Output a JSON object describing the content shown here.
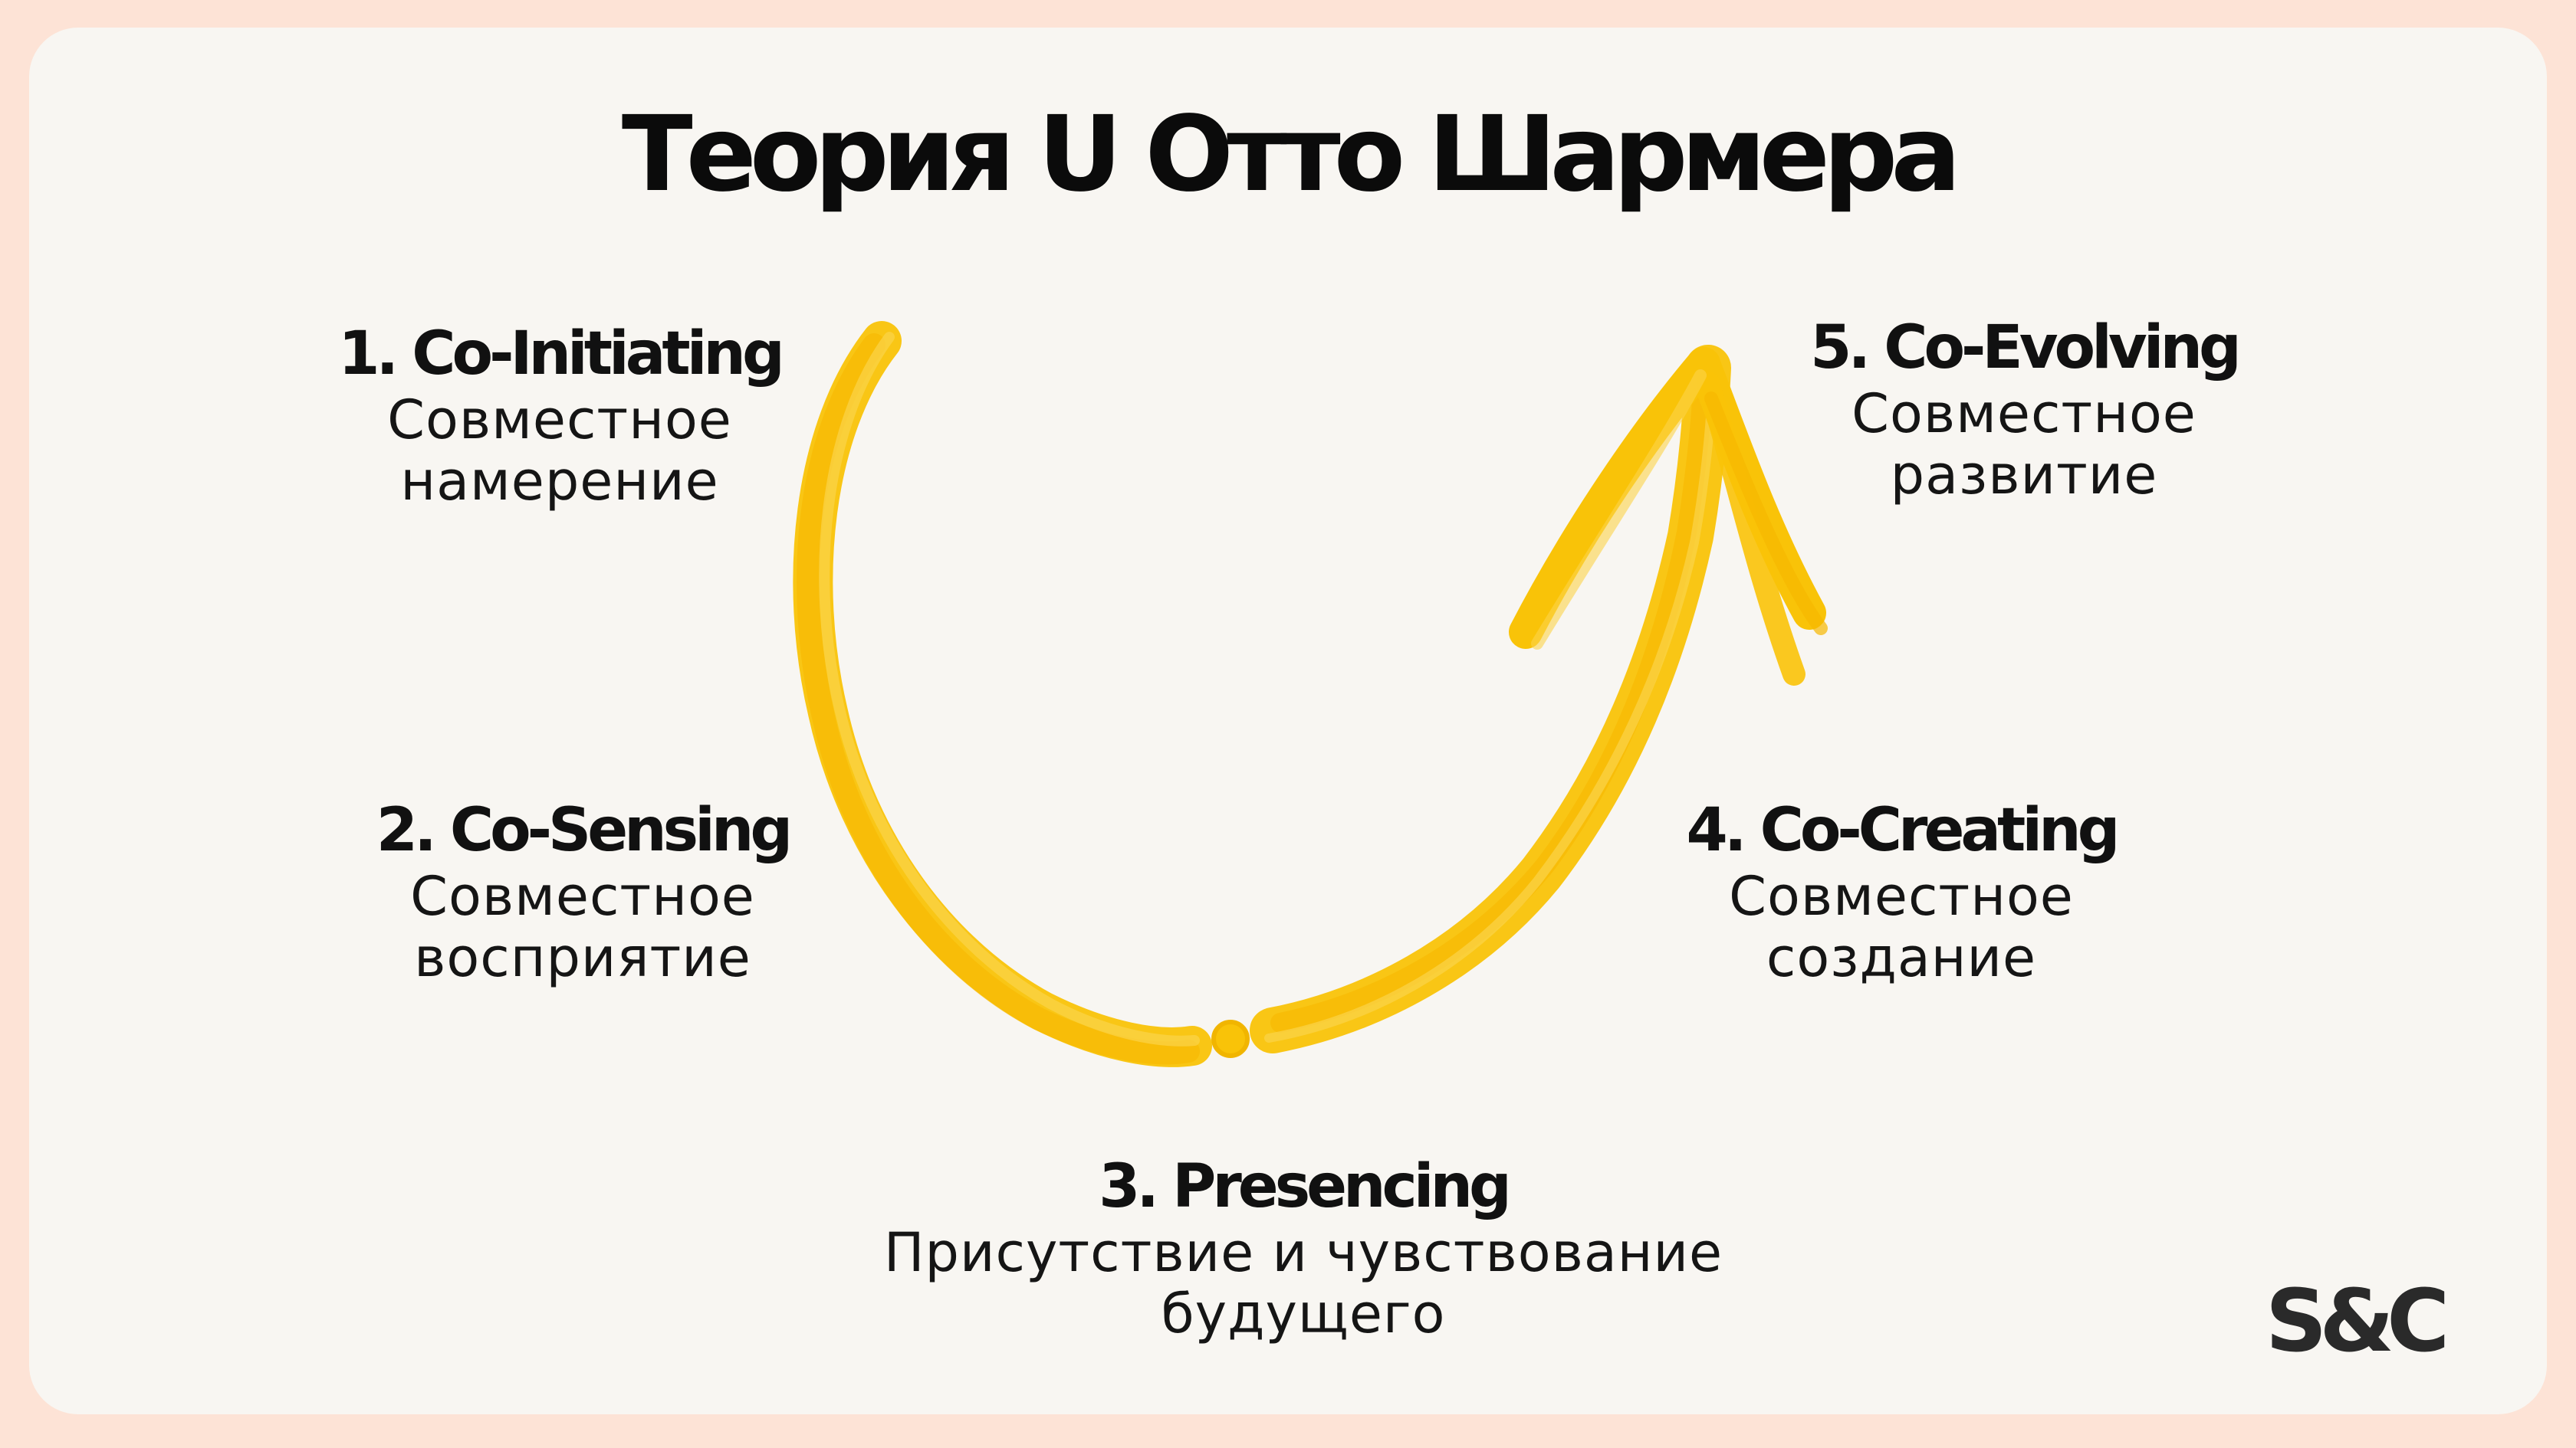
{
  "title": "Теория U Отто Шармера",
  "stages": [
    {
      "heading": "1. Co-Initiating",
      "line1": "Совместное",
      "line2": "намерение"
    },
    {
      "heading": "2. Co-Sensing",
      "line1": "Совместное",
      "line2": "восприятие"
    },
    {
      "heading": "3. Presencing",
      "line1": "Присутствие и чувствование",
      "line2": "будущего"
    },
    {
      "heading": "4. Co-Creating",
      "line1": "Совместное",
      "line2": "создание"
    },
    {
      "heading": "5. Co-Evolving",
      "line1": "Совместное",
      "line2": "развитие"
    }
  ],
  "logo": "S&C",
  "colors": {
    "background": "#fde3d6",
    "card": "#f8f6f2",
    "arrow": "#f9c308",
    "text": "#0b0b0b"
  }
}
